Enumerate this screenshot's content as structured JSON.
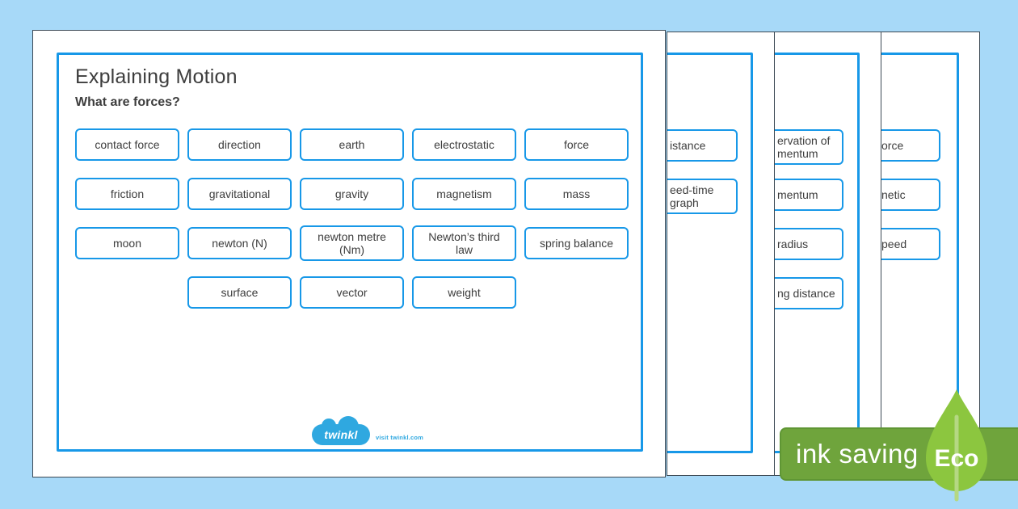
{
  "front_page": {
    "title": "Explaining Motion",
    "subtitle": "What are forces?",
    "rows": [
      {
        "cards": [
          "contact force",
          "direction",
          "earth",
          "electrostatic",
          "force"
        ]
      },
      {
        "cards": [
          "friction",
          "gravitational",
          "gravity",
          "magnetism",
          "mass"
        ]
      },
      {
        "cards": [
          "moon",
          "newton (N)",
          "newton metre (Nm)",
          "Newton’s third law",
          "spring balance"
        ]
      },
      {
        "cards": [
          "surface",
          "vector",
          "weight"
        ]
      }
    ],
    "footer": {
      "logo_text": "twinkl",
      "tagline": "visit twinkl.com"
    }
  },
  "stacked_pages": [
    {
      "visible_cards": [
        "istance",
        "eed-time graph"
      ]
    },
    {
      "visible_cards": [
        "ervation of mentum",
        "mentum",
        "radius",
        "ng distance"
      ]
    },
    {
      "visible_cards": [
        "orce",
        "netic",
        "peed"
      ]
    }
  ],
  "eco_badge": {
    "label": "ink saving",
    "leaf_label": "Eco"
  },
  "colors": {
    "background": "#a7d9f8",
    "accent_blue": "#1798e8",
    "page_edge": "#3d4a55",
    "banner_green": "#6fa43c",
    "leaf_green": "#8cc63f",
    "logo_blue": "#2fa8e0",
    "text": "#3d3d3d"
  }
}
